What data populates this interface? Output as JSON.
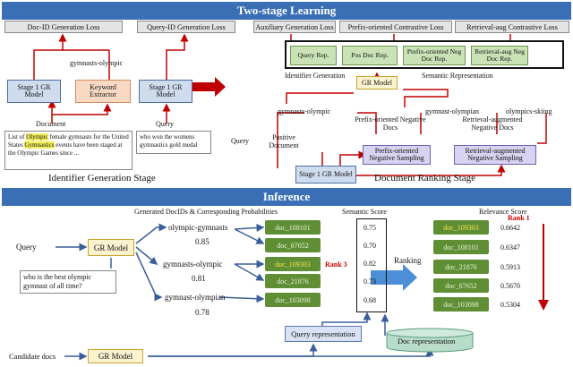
{
  "banners": {
    "top": "Two-stage Learning",
    "inference": "Inference"
  },
  "losses": [
    "Doc-ID Generation Loss",
    "Query-ID Generation Loss",
    "Auxiliary Generation Loss",
    "Prefix-oriented Contrastive Loss",
    "Retrieval-aug Contrastive Loss"
  ],
  "stage1": {
    "gr_model_1": "Stage 1 GR Model",
    "keyword_extractor": "Keyword Extractor",
    "gr_model_2": "Stage 1 GR Model",
    "docid_label": "gymnasts-olympic",
    "document_label": "Document",
    "query_label": "Query",
    "document_text_parts": [
      "List of ",
      "Olympic",
      " female gymnasts for the United States ",
      "Gymnastics",
      " events have been staged at the Olympic Games since ..."
    ],
    "query_text": "who won the womens gymnastics gold medal",
    "stage_title": "Identifier Generation Stage"
  },
  "stage2": {
    "reps": [
      "Query Rep.",
      "Pos Doc Rep.",
      "Prefix-oriented Neg Doc Rep.",
      "Retrieval-aug Neg Doc Rep."
    ],
    "gr_model": "GR Model",
    "identifier_generation": "Identifier Generation",
    "semantic_representation": "Semantic Representation",
    "gymnasts_olympic": "gymnasts-olympic",
    "gymnast_olympian": "gymnast-olympian",
    "olympics_skiing": "olympics-skiing",
    "query": "Query",
    "positive_document": "Positive Document",
    "prefix_neg_docs": "Prefix-oriented Negative Docs",
    "retrieval_neg_docs": "Retrieval-augmented Negative Docs",
    "prefix_sampling": "Prefix-oriented Negative Sampling",
    "retrieval_sampling": "Retrieval-augmented Negative Sampling",
    "stage1_model": "Stage 1 GR Model",
    "stage_title": "Document Ranking Stage"
  },
  "inference": {
    "generated_title": "Generated DocIDs & Corresponding Probabilities",
    "semantic_score_title": "Semantic Score",
    "relevance_score_title": "Relevance Score",
    "query_label": "Query",
    "gr_model": "GR Model",
    "query_text": "who is the best olympic gymnast of all time?",
    "docids": [
      {
        "name": "olympic-gymnasts",
        "prob": "0.85"
      },
      {
        "name": "gymnasts-olympic",
        "prob": "0.81"
      },
      {
        "name": "gymnast-olympian",
        "prob": "0.78"
      }
    ],
    "docs": [
      "doc_108101",
      "doc_67652",
      "doc_109303",
      "doc_21876",
      "doc_103098"
    ],
    "semantic_scores": [
      "0.75",
      "0.70",
      "0.82",
      "0.73",
      "0.68"
    ],
    "rank3": "Rank 3",
    "ranking": "Ranking",
    "ranked_docs": [
      "doc_109303",
      "doc_108101",
      "doc_21876",
      "doc_67652",
      "doc_103098"
    ],
    "relevance_scores": [
      "0.6642",
      "0.6347",
      "0.5913",
      "0.5670",
      "0.5304"
    ],
    "rank1": "Rank 1",
    "query_representation": "Query representation",
    "doc_representation": "Doc representation",
    "candidate_docs": "Candidate docs",
    "gr_model_bottom": "GR Model"
  },
  "colors": {
    "banner": "#3a6fb5",
    "arrow_red": "#c00000",
    "doc_green": "#5f8e35",
    "rank_red": "#d00000"
  }
}
